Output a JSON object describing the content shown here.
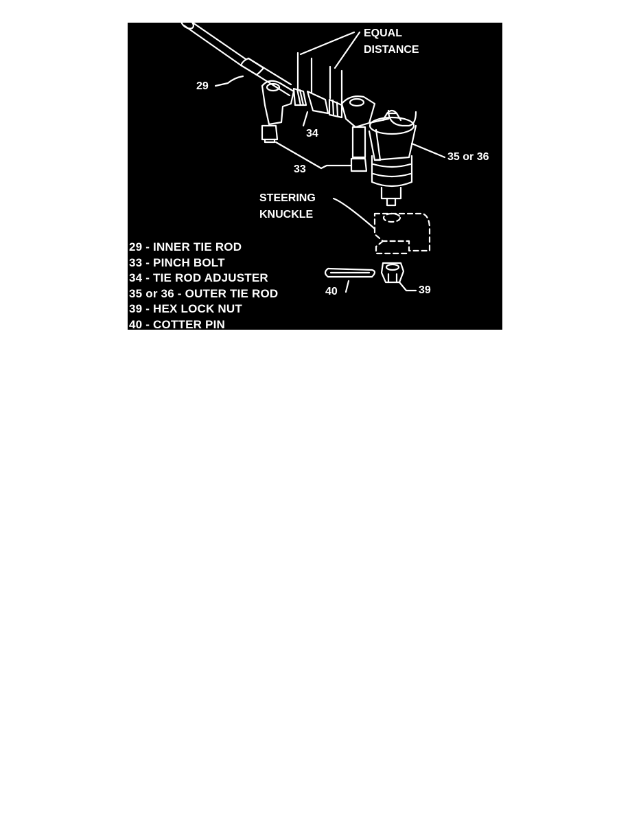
{
  "figure": {
    "colors": {
      "background": "#000000",
      "foreground": "#ffffff"
    },
    "callouts": {
      "equal_distance_1": "EQUAL",
      "equal_distance_2": "DISTANCE",
      "inner_tie_rod": "29",
      "adjuster": "34",
      "pinch_bolt": "33",
      "outer_tie_rod": "35 or 36",
      "steering_knuckle_1": "STEERING",
      "steering_knuckle_2": "KNUCKLE",
      "cotter_pin": "40",
      "hex_lock_nut": "39"
    },
    "legend": [
      {
        "num": "29",
        "desc": "INNER TIE ROD"
      },
      {
        "num": "33",
        "desc": "PINCH BOLT"
      },
      {
        "num": "34",
        "desc": "TIE ROD ADJUSTER"
      },
      {
        "num": "35 or 36",
        "desc": "OUTER TIE ROD"
      },
      {
        "num": "39",
        "desc": "HEX LOCK NUT"
      },
      {
        "num": "40",
        "desc": "COTTER PIN"
      }
    ]
  }
}
